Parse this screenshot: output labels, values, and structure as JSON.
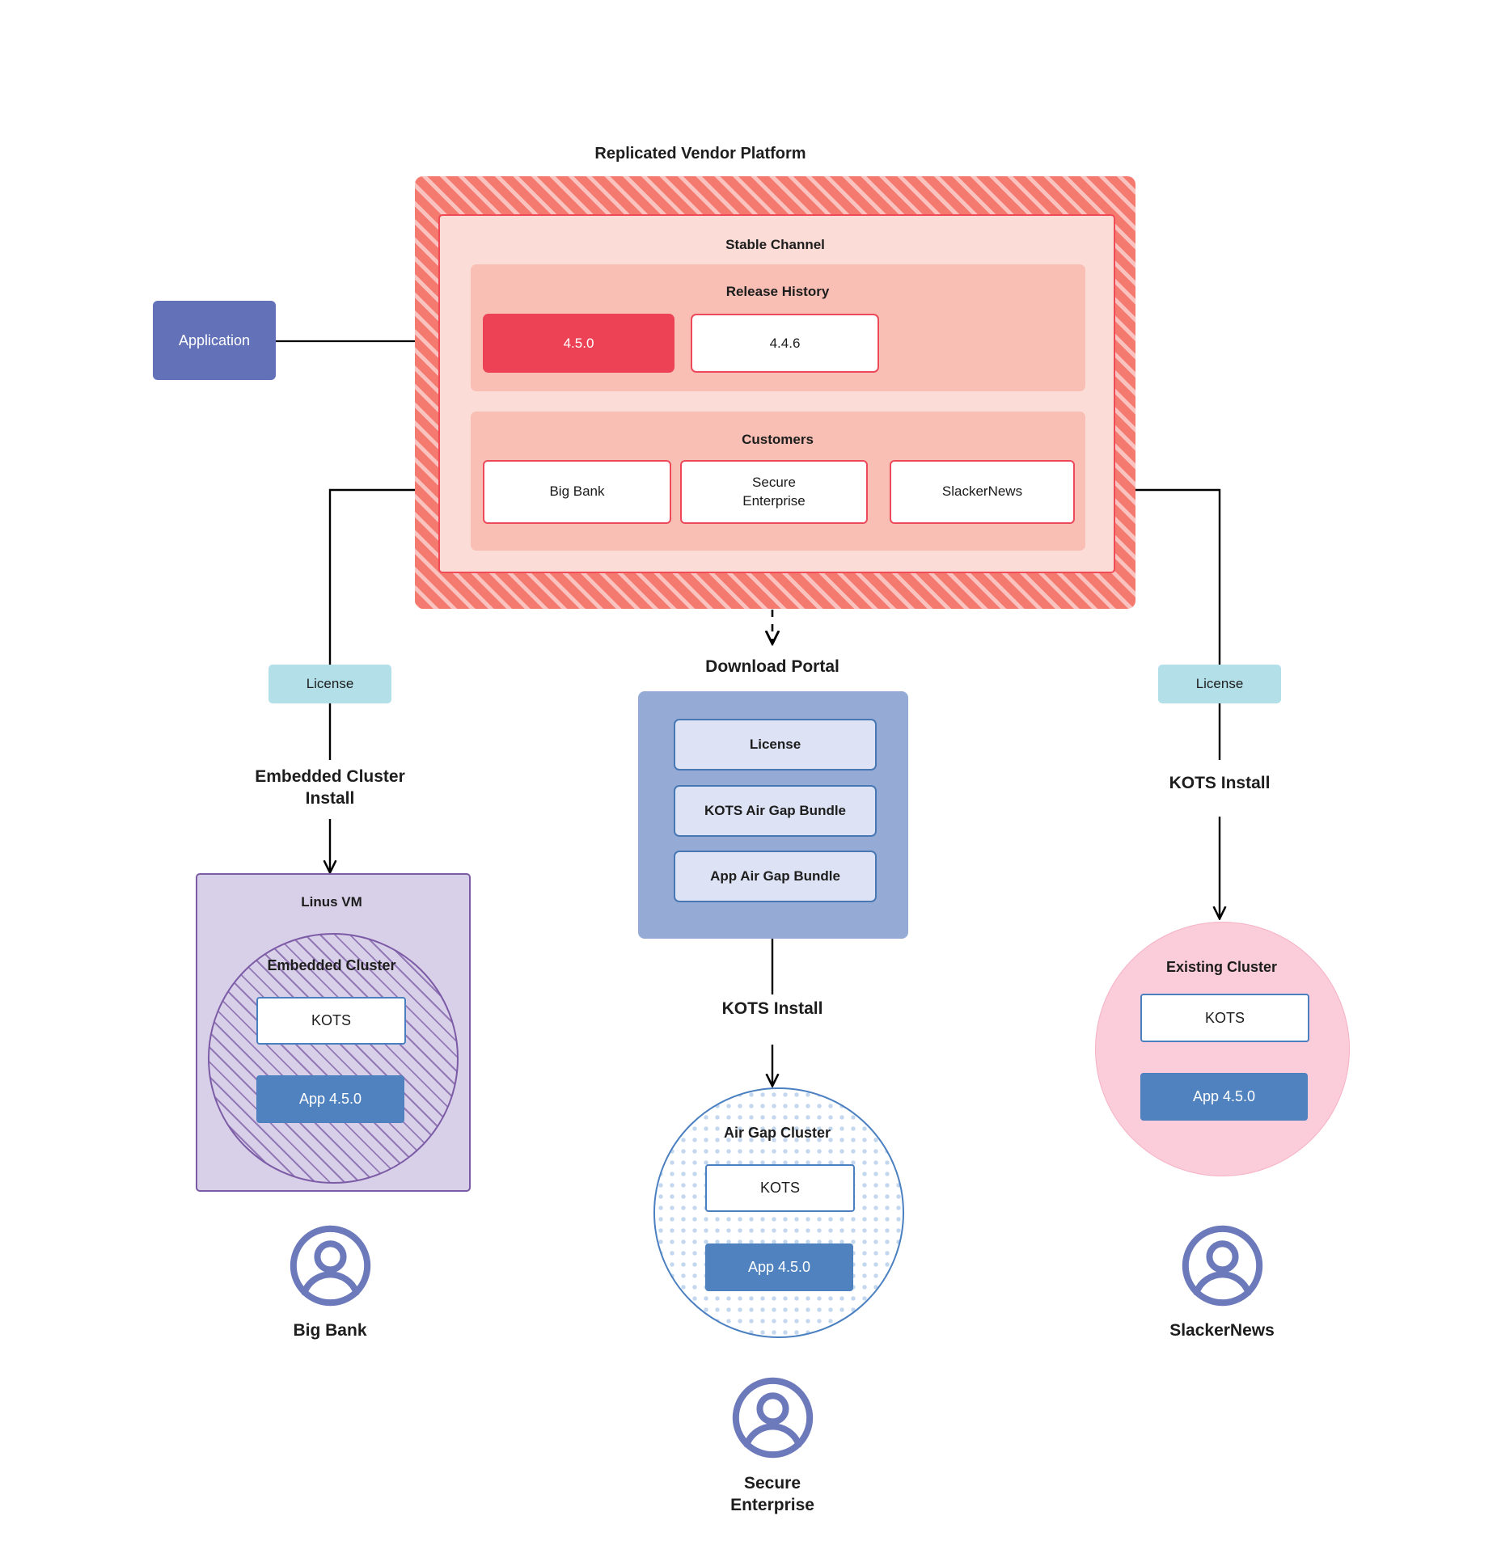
{
  "diagram": {
    "title": "Replicated Vendor Platform"
  },
  "application": {
    "label": "Application"
  },
  "vendor_platform": {
    "channel": {
      "title": "Stable Channel",
      "release_history": {
        "title": "Release History",
        "releases": [
          {
            "version": "4.5.0",
            "state": "current"
          },
          {
            "version": "4.4.6",
            "state": "previous"
          }
        ]
      },
      "customers": {
        "title": "Customers",
        "items": [
          {
            "name": "Big Bank"
          },
          {
            "name": "Secure\nEnterprise"
          },
          {
            "name": "SlackerNews"
          }
        ]
      }
    }
  },
  "download_portal": {
    "title": "Download  Portal",
    "items": [
      {
        "label": "License"
      },
      {
        "label": "KOTS Air Gap Bundle"
      },
      {
        "label": "App Air Gap Bundle"
      }
    ]
  },
  "branches": {
    "left": {
      "license_label": "License",
      "install_label": "Embedded Cluster\nInstall",
      "host_label": "Linus VM",
      "cluster_label": "Embedded Cluster",
      "kots_label": "KOTS",
      "app_label": "App 4.5.0",
      "customer_label": "Big Bank",
      "avatar_icon": "user-avatar-icon"
    },
    "middle": {
      "install_label": "KOTS Install",
      "cluster_label": "Air Gap Cluster",
      "kots_label": "KOTS",
      "app_label": "App 4.5.0",
      "customer_label": "Secure\nEnterprise",
      "avatar_icon": "user-avatar-icon"
    },
    "right": {
      "license_label": "License",
      "install_label": "KOTS Install",
      "cluster_label": "Existing Cluster",
      "kots_label": "KOTS",
      "app_label": "App 4.5.0",
      "customer_label": "SlackerNews",
      "avatar_icon": "user-avatar-icon"
    }
  },
  "colors": {
    "vendor_hatch": "#f4796f",
    "channel_bg": "#fbdcd6",
    "panel_bg": "#f9bfb4",
    "release_current": "#ed4255",
    "release_border": "#ec4a5a",
    "application": "#6371b8",
    "license_chip": "#b3e0e8",
    "portal_bg": "#95abd6",
    "portal_item": "#dde3f4",
    "vm_bg": "#d8cfe8",
    "vm_border": "#7c5ba6",
    "cluster_border": "#4a7fc0",
    "existing_cluster": "#fbccd9",
    "app_version": "#4f82bf",
    "avatar": "#6c79bb"
  }
}
